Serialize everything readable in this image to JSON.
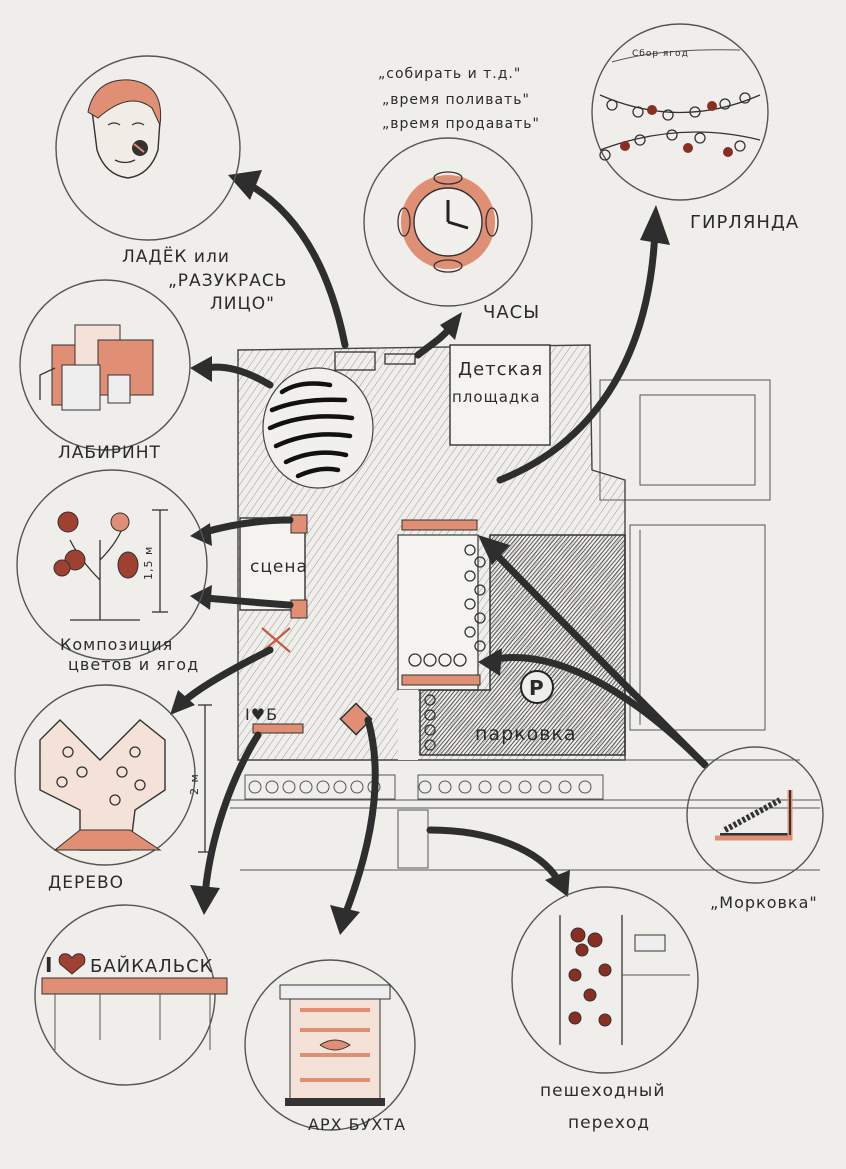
{
  "labels": {
    "kiosk": "ЛАДЁК или",
    "kiosk_2": "„РАЗУКРАСЬ",
    "kiosk_3": "ЛИЦО\"",
    "maze": "ЛАБИРИНТ",
    "clock": "ЧАСЫ",
    "garland": "ГИРЛЯНДА",
    "flowers_1": "Композиция",
    "flowers_2": "цветов и ягод",
    "flowers_height": "1,5 м",
    "tree": "ДЕРЕВО",
    "tree_height": "2 м",
    "arch": "АРХ БУХТА",
    "crossing_1": "пешеходный",
    "crossing_2": "переход",
    "carrot": "„Морковка\"",
    "playground_1": "Детская",
    "playground_2": "площадка",
    "stage": "сцена",
    "parking": "парковка",
    "parking_symbol": "P",
    "love_small": "I♥Б",
    "baikalsk_i": "I",
    "baikalsk_word": "БАЙКАЛЬСК",
    "quote_1": "„собирать и т.д.\"",
    "quote_2": "„время поливать\"",
    "quote_3": "„время продавать\"",
    "garland_tag": "Сбор ягод"
  },
  "colors": {
    "paper": "#efeeea",
    "pencil": "#2e2e2e",
    "accent": "#e08f74"
  }
}
